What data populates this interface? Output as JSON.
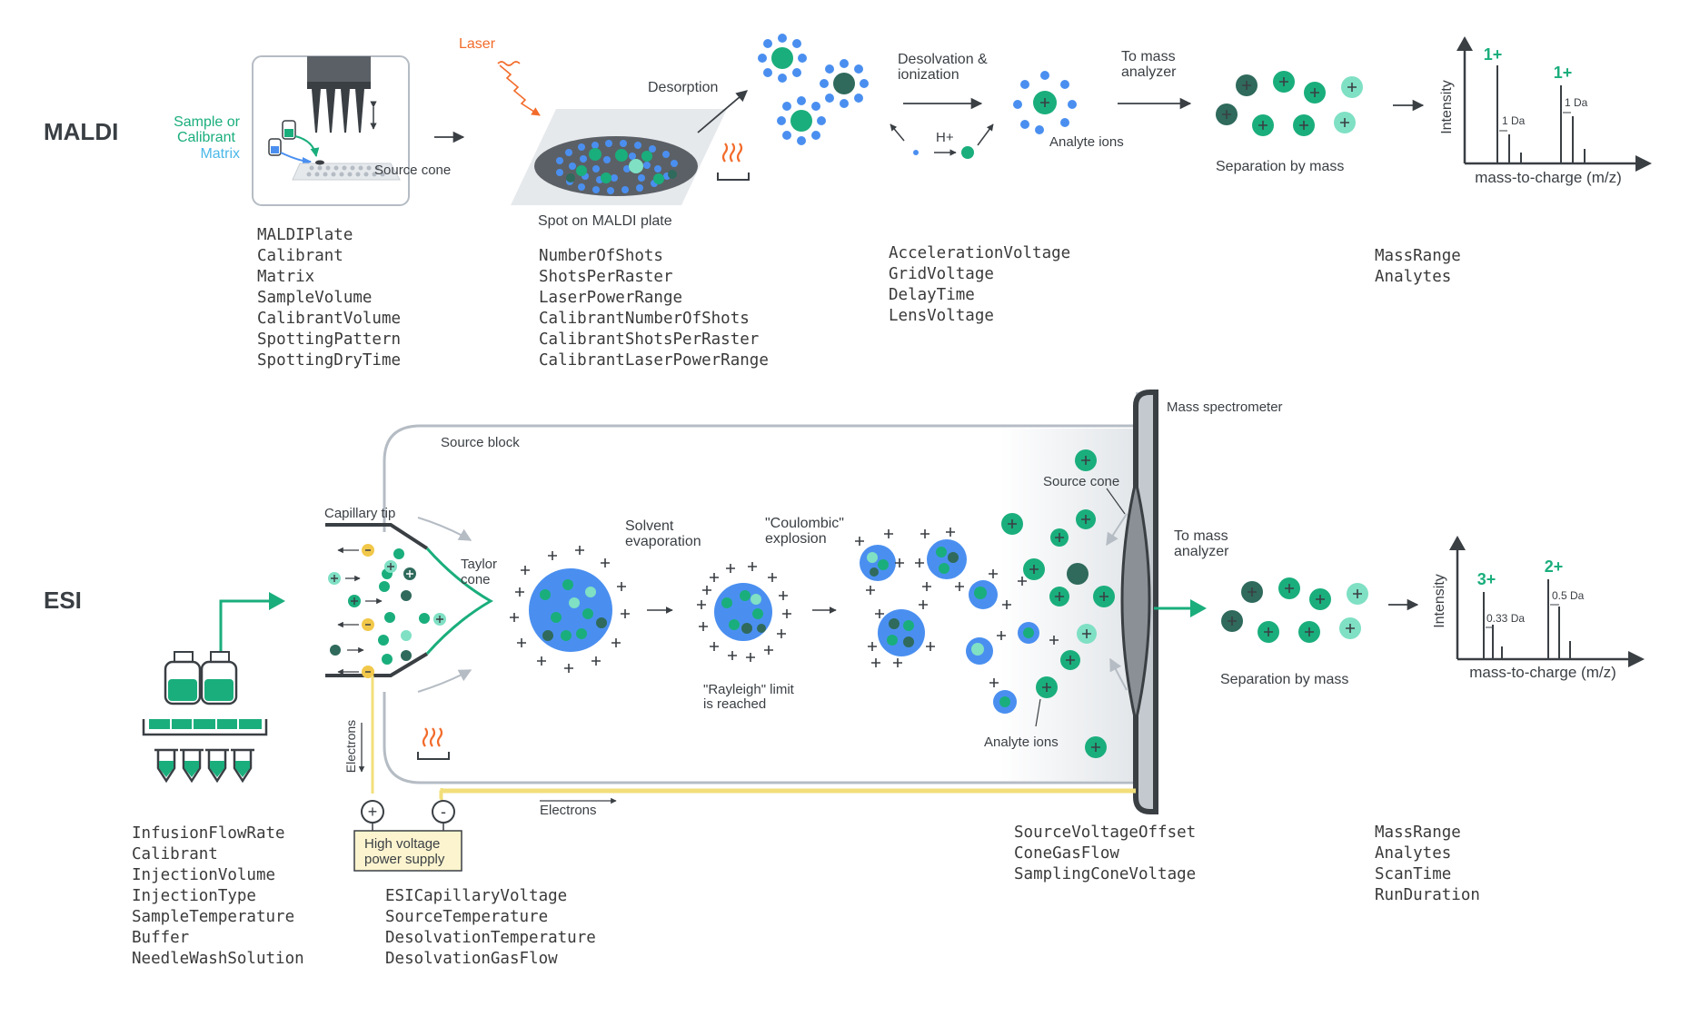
{
  "colors": {
    "dark": "#3a3f44",
    "gray": "#666666",
    "green": "#1aae7c",
    "dark_teal": "#2f6a5c",
    "mint": "#7fe0c4",
    "blue": "#4a8ff0",
    "orange": "#f26b2a",
    "yellow": "#f2df7a",
    "cream": "#fbf4cf"
  },
  "icons": [
    "heater-icon",
    "pipette-icon",
    "vial-icon",
    "bottle-icon",
    "plate-icon",
    "arrow-icon"
  ],
  "maldi": {
    "label": "MALDI",
    "sample_label_1": "Sample or",
    "sample_label_2": "Calibrant",
    "matrix_label": "Matrix",
    "source_cone_label": "Source cone",
    "laser_label": "Laser",
    "spot_label": "Spot on MALDI plate",
    "desorption_label": "Desorption",
    "desolvation_label_1": "Desolvation &",
    "desolvation_label_2": "ionization",
    "proton_label": "H+",
    "analyte_ions_label": "Analyte ions",
    "to_mass_label_1": "To mass",
    "to_mass_label_2": "analyzer",
    "separation_label": "Separation by mass",
    "spectrum": {
      "y_label": "Intensity",
      "x_label": "mass-to-charge (m/z)",
      "charge_1": "1+",
      "charge_2": "1+",
      "spacing_1": "1 Da",
      "spacing_2": "1 Da"
    },
    "params": {
      "plate": [
        "MALDIPlate",
        "Calibrant",
        "Matrix",
        "SampleVolume",
        "CalibrantVolume",
        "SpottingPattern",
        "SpottingDryTime"
      ],
      "laser": [
        "NumberOfShots",
        "ShotsPerRaster",
        "LaserPowerRange",
        "CalibrantNumberOfShots",
        "CalibrantShotsPerRaster",
        "CalibrantLaserPowerRange"
      ],
      "ionization": [
        "AccelerationVoltage",
        "GridVoltage",
        "DelayTime",
        "LensVoltage"
      ],
      "analyzer": [
        "MassRange",
        "Analytes"
      ]
    }
  },
  "esi": {
    "label": "ESI",
    "source_block_label": "Source block",
    "mass_spec_label": "Mass spectrometer",
    "capillary_tip_label": "Capillary tip",
    "taylor_cone_label_1": "Taylor",
    "taylor_cone_label_2": "cone",
    "solvent_evap_label_1": "Solvent",
    "solvent_evap_label_2": "evaporation",
    "coulombic_label_1": "\"Coulombic\"",
    "coulombic_label_2": "explosion",
    "rayleigh_label_1": "\"Rayleigh\" limit",
    "rayleigh_label_2": "is reached",
    "source_cone_label": "Source cone",
    "analyte_ions_label": "Analyte ions",
    "to_mass_label_1": "To mass",
    "to_mass_label_2": "analyzer",
    "separation_label": "Separation by mass",
    "electrons_vertical_label": "Electrons",
    "electrons_label": "Electrons",
    "power_supply_label_1": "High voltage",
    "power_supply_label_2": "power supply",
    "plus_symbol": "+",
    "minus_symbol": "-",
    "spectrum": {
      "y_label": "Intensity",
      "x_label": "mass-to-charge (m/z)",
      "charge_1": "3+",
      "charge_2": "2+",
      "spacing_1": "0.33 Da",
      "spacing_2": "0.5 Da"
    },
    "params": {
      "infusion": [
        "InfusionFlowRate",
        "Calibrant",
        "InjectionVolume",
        "InjectionType",
        "SampleTemperature",
        "Buffer",
        "NeedleWashSolution"
      ],
      "capillary": [
        "ESICapillaryVoltage",
        "SourceTemperature",
        "DesolvationTemperature",
        "DesolvationGasFlow"
      ],
      "cone": [
        "SourceVoltageOffset",
        "ConeGasFlow",
        "SamplingConeVoltage"
      ],
      "analyzer": [
        "MassRange",
        "Analytes",
        "ScanTime",
        "RunDuration"
      ]
    }
  }
}
